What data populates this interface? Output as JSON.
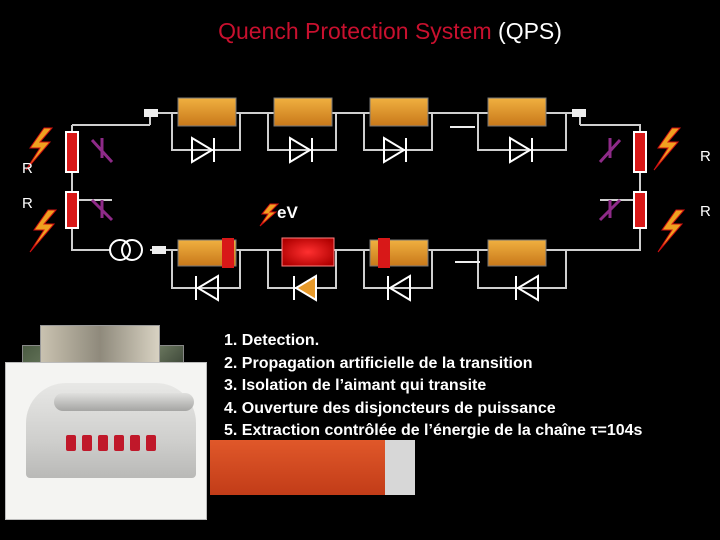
{
  "title": {
    "main": "Quench Protection System",
    "abbr": "(QPS)"
  },
  "diagram": {
    "resistor_labels": [
      "R",
      "R",
      "R",
      "R"
    ],
    "voltage_label": "eV"
  },
  "steps": [
    "1. Detection.",
    "2. Propagation artificielle de la transition",
    "3. Isolation de l’aimant qui transite",
    "4. Ouverture des disjoncteurs de puissance",
    "5. Extraction contrôlée de l’énergie de la chaîne τ=104s"
  ],
  "colors": {
    "magnet": "#e79a2b",
    "quenched_magnet": "#e01010",
    "resistor": "#d81818",
    "breaker": "#8e2a88",
    "wire": "#cfcfcf",
    "lightning": "#f0a020"
  },
  "icons": [
    "lightning-icon",
    "diode-icon",
    "breaker-icon",
    "power-supply-icon"
  ]
}
